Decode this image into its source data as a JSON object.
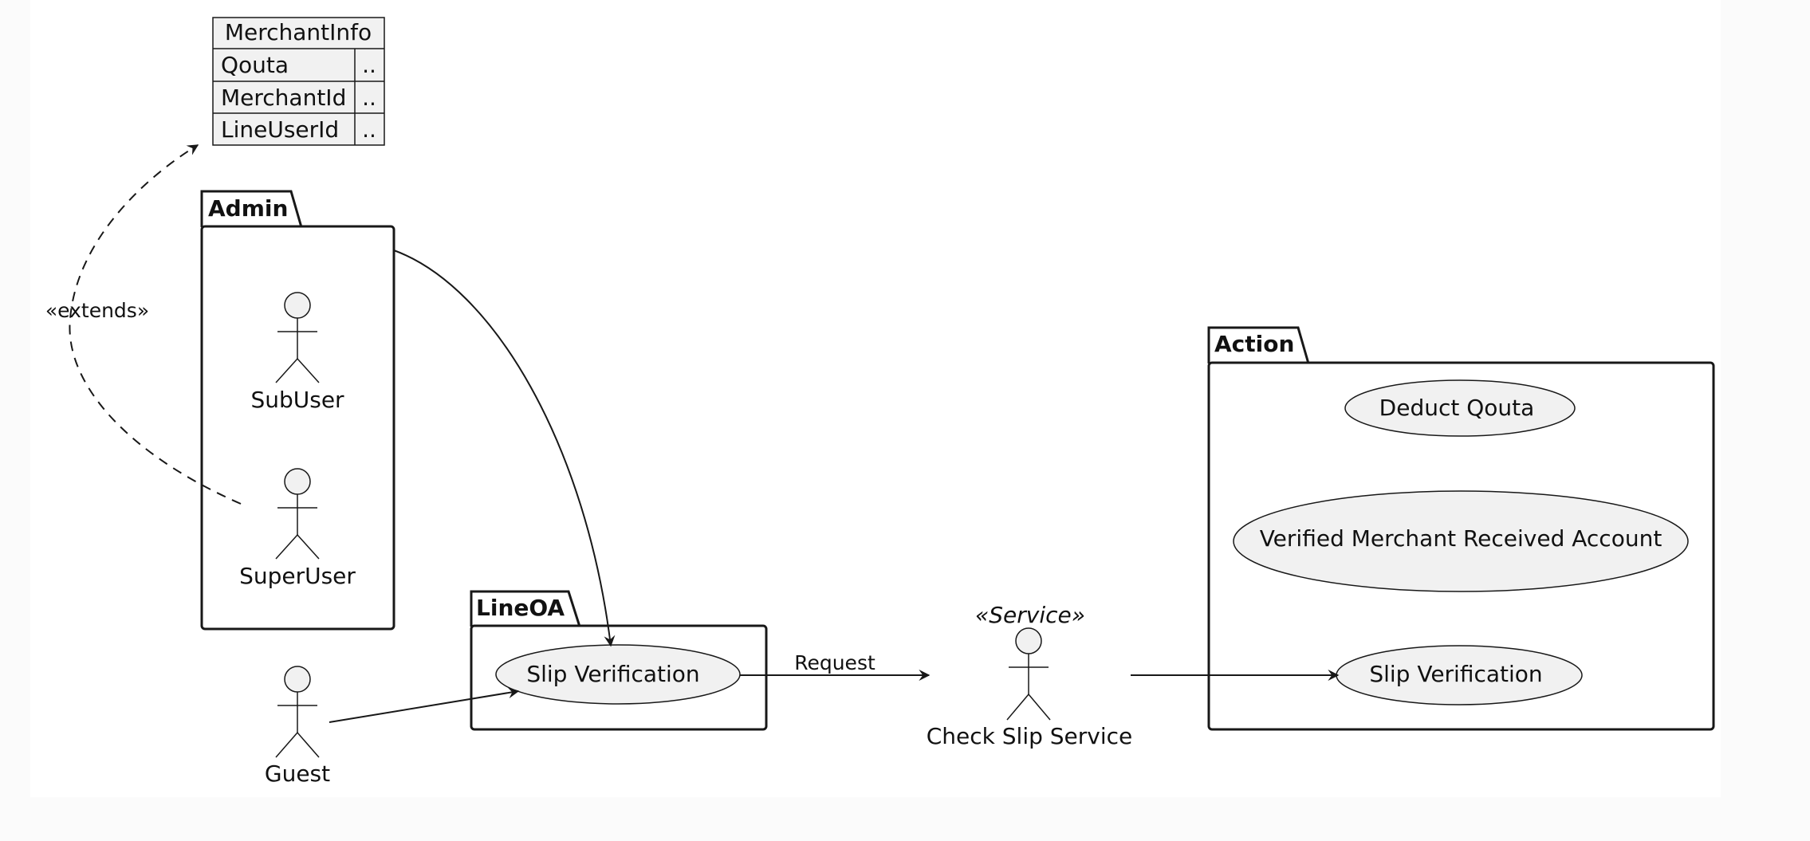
{
  "diagram": {
    "entity": {
      "title": "MerchantInfo",
      "rows": [
        {
          "name": "Qouta",
          "value": ".."
        },
        {
          "name": "MerchantId",
          "value": ".."
        },
        {
          "name": "LineUserId",
          "value": ".."
        }
      ]
    },
    "packages": {
      "admin": {
        "title": "Admin"
      },
      "lineoa": {
        "title": "LineOA"
      },
      "action": {
        "title": "Action"
      }
    },
    "actors": {
      "subuser": "SubUser",
      "superuser": "SuperUser",
      "guest": "Guest",
      "check_slip": {
        "stereotype": "«Service»",
        "name": "Check Slip Service"
      }
    },
    "usecases": {
      "lineoa_slip": "Slip Verification",
      "deduct": "Deduct Qouta",
      "verified": "Verified Merchant Received Account",
      "action_slip": "Slip Verification"
    },
    "relations": {
      "extends": "«extends»",
      "request": "Request"
    },
    "colors": {
      "fill": "#f1f1f1",
      "stroke": "#181818",
      "background": "#ffffff"
    }
  }
}
